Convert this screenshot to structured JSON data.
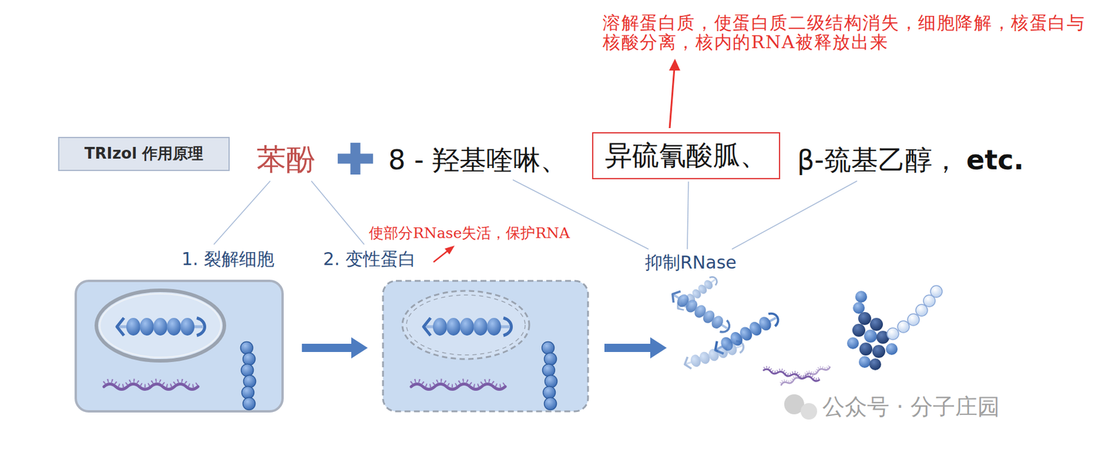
{
  "diagram": {
    "nodes": [
      {
        "text": [
          "TRIzol 作用原理"
        ]
      },
      {
        "text": [
          "异硫氰酸胍、"
        ]
      }
    ],
    "labels": [
      "溶解蛋白质，使蛋白质二级结构消失，细胞降解，核蛋白与核酸分离，核内的RNA被释放出来",
      "苯酚",
      "8 - 羟基喹啉、",
      "β-巯基乙醇，",
      "etc.",
      "1. 裂解细胞",
      "2. 变性蛋白",
      "使部分RNase失活，保护RNA",
      "抑制RNase",
      "公众号 · 分子庄园"
    ]
  }
}
